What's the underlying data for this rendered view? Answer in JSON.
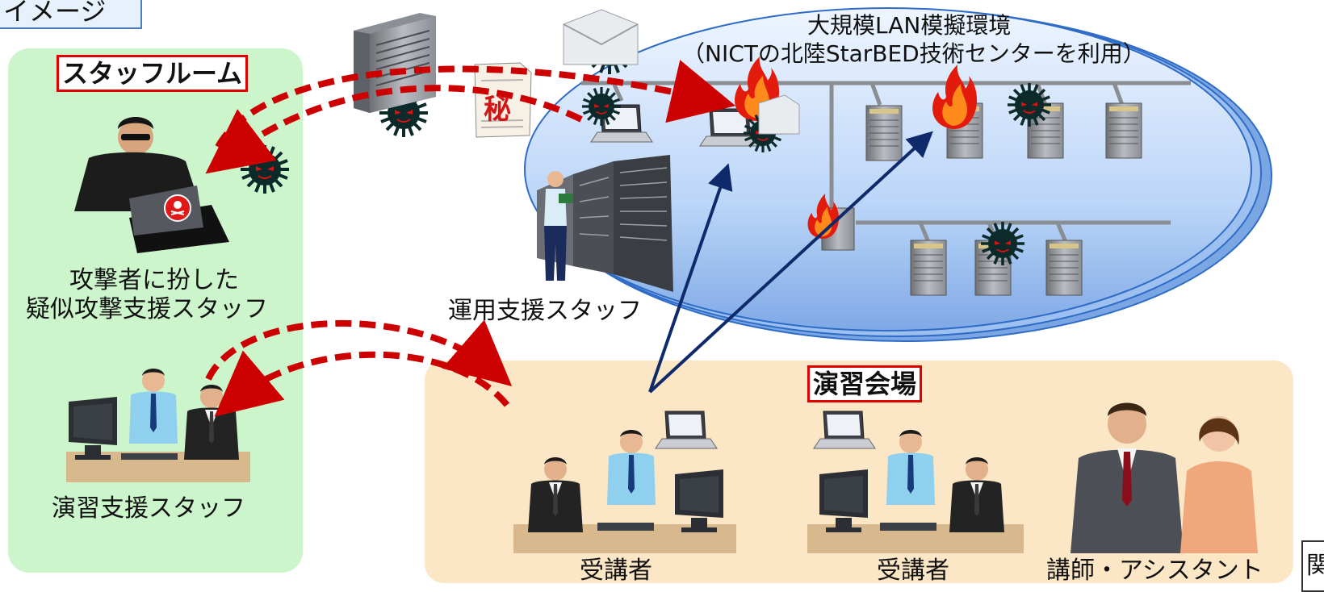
{
  "header": {
    "title_fragment": "イメージ"
  },
  "network": {
    "title": "大規模LAN模擬環境",
    "subtitle": "（NICTの北陸StarBED技術センターを利用）"
  },
  "staff_room": {
    "heading": "スタッフルーム",
    "attacker_caption_line1": "攻撃者に扮した",
    "attacker_caption_line2": "疑似攻撃支援スタッフ",
    "support_caption": "演習支援スタッフ"
  },
  "operations": {
    "caption": "運用支援スタッフ"
  },
  "document": {
    "secret_mark": "秘"
  },
  "venue": {
    "heading": "演習会場",
    "trainee_left": "受講者",
    "trainee_right": "受講者",
    "instructors": "講師・アシスタント"
  },
  "corner": {
    "fragment": "関"
  },
  "colors": {
    "staff_panel": "#ccf5cc",
    "venue_panel": "#fbe6c6",
    "attack_arrow": "#cc0000",
    "access_arrow": "#0f2a6b",
    "network_fill": "#bcd6f8"
  }
}
